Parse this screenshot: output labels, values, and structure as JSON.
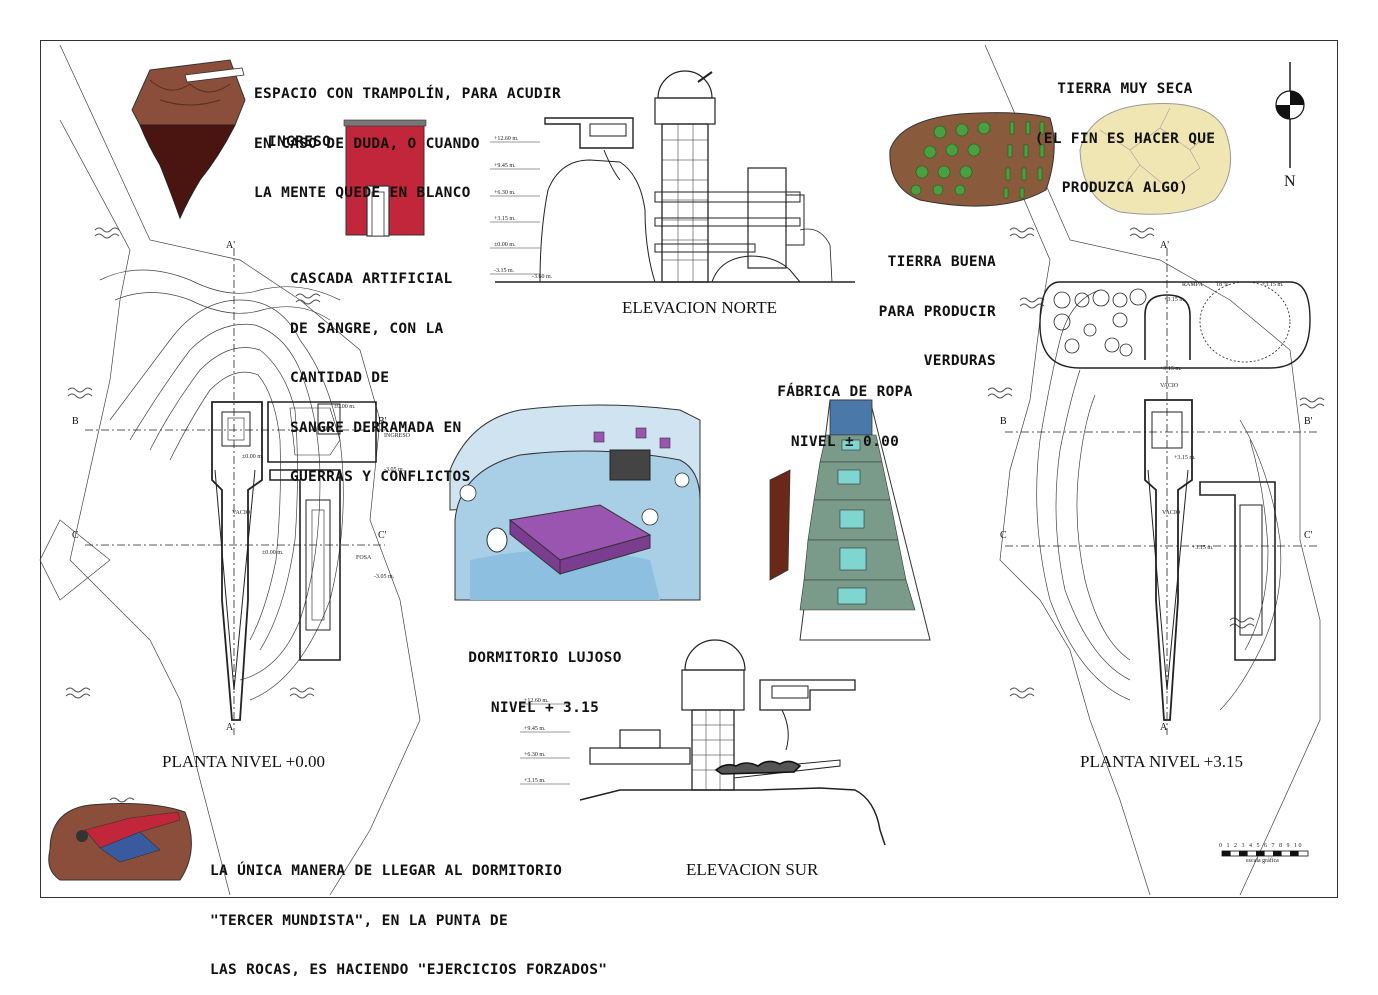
{
  "notes": {
    "trampolin": [
      "ESPACIO CON TRAMPOLÍN, PARA ACUDIR",
      "EN CASO DE DUDA, O CUANDO",
      "LA MENTE QUEDE EN BLANCO"
    ],
    "ingreso": "INGRESO",
    "cascada": [
      "CASCADA ARTIFICIAL",
      "DE SANGRE, CON LA",
      "CANTIDAD DE",
      "SANGRE DERRAMADA EN",
      "GUERRAS Y CONFLICTOS"
    ],
    "tierra_seca": [
      "TIERRA MUY SECA",
      "(EL FIN ES HACER QUE",
      "PRODUZCA ALGO)"
    ],
    "tierra_buena": [
      "TIERRA BUENA",
      "PARA PRODUCIR",
      "VERDURAS"
    ],
    "fabrica": [
      "FÁBRICA DE ROPA",
      "NIVEL ± 0.00"
    ],
    "dormitorio": [
      "DORMITORIO LUJOSO",
      "NIVEL + 3.15"
    ],
    "unica_manera": [
      "LA ÚNICA MANERA DE LLEGAR AL DORMITORIO",
      "\"TERCER MUNDISTA\", EN LA PUNTA DE",
      "LAS ROCAS, ES HACIENDO \"EJERCICIOS FORZADOS\""
    ]
  },
  "titles": {
    "elevacion_norte": "ELEVACION   NORTE",
    "elevacion_sur": "ELEVACION SUR",
    "planta_0": "PLANTA NIVEL    +0.00",
    "planta_315": "PLANTA NIVEL    +3.15"
  },
  "levels_norte": [
    "+12.60 m.",
    "+9.45 m.",
    "+6.30 m.",
    "+3.15 m.",
    "±0.00 m.",
    "-3.15 m.",
    "-3.60 m."
  ],
  "levels_sur": [
    "+12.60 m.",
    "+9.45 m.",
    "+6.30 m.",
    "+3.15 m."
  ],
  "plan_labels_0": {
    "vacio1": "VACIO",
    "vacio2": "VACIO",
    "ingreso": "INGRESO",
    "fosa": "FOSA",
    "l000a": "±0.00 m.",
    "l000b": "±0.00 m.",
    "l000c": "±0.00 m.",
    "l305a": "-3.05 m.",
    "l305b": "-3.05 m."
  },
  "plan_labels_315": {
    "vacio1": "VACIO",
    "vacio2": "VACIO",
    "rampa": "RAMPA",
    "rampa_pct": "18 %",
    "l315a": "+3.15 m.",
    "l315b": "+3.15 m.",
    "l315c": "+3.15 m.",
    "l315d": "+3.15 m.",
    "l315e": "+3.15 m."
  },
  "axes": {
    "a": "A",
    "a_prime": "A'",
    "b": "B",
    "b_prime": "B'",
    "c": "C",
    "c_prime": "C'"
  },
  "north": "N",
  "scale": {
    "ticks": "0 1 2 3 4 5 6 7 8 9 10",
    "label": "escala gráfica"
  },
  "colors": {
    "blood": "#c1263a",
    "rock": "#8a4e3a",
    "bed": "#9a55b0",
    "room": "#cfe3f0",
    "factory": "#7fd6d0",
    "soil_good": "#8a5a3c",
    "soil_dry": "#f0e6b4"
  }
}
